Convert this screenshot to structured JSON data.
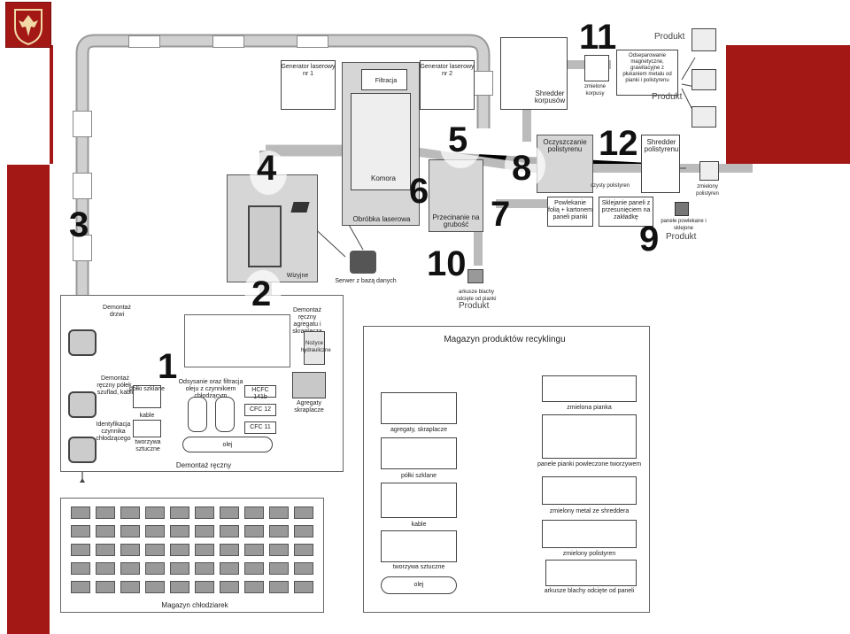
{
  "numbers": [
    "1",
    "2",
    "3",
    "4",
    "5",
    "6",
    "7",
    "8",
    "9",
    "10",
    "11",
    "12"
  ],
  "labels": {
    "demontaz_drzwi": "Demontaż drzwi",
    "demontaz_agregatu": "Demontaż ręczny agregatu i skraplacza",
    "demontaz_polek": "Demontaż ręczny półek, szuflad, kabli",
    "identyfikacja": "Identyfikacja czynnika chłodzącego",
    "odsysanie": "Odsysanie oraz filtracja oleju z czynnikiem chłodzącym",
    "polki_szklane": "półki szklane",
    "kable": "kable",
    "tworzywa": "tworzywa sztuczne",
    "olej": "olej",
    "hcfc": "HCFC 141b",
    "cfc12": "CFC 12",
    "cfc11": "CFC 11",
    "agregaty": "Agregaty skraplacze",
    "nozyce": "Nożyce hydrauliczne",
    "demontaz_reczny": "Demontaż ręczny",
    "magazyn_chlodziarek": "Magazyn chłodziarek",
    "magazyn_produktow": "Magazyn produktów recyklingu",
    "wizyjne": "Wizyjne",
    "serwer": "Serwer z bazą danych",
    "generator1": "Generator laserowy nr 1",
    "generator2": "Generator laserowy nr 2",
    "filtracja": "Filtracja",
    "komora": "Komora",
    "obrobka": "Obróbka laserowa",
    "przecinanie": "Przecinanie na grubość",
    "arkusze": "arkusze blachy odcięte od pianki",
    "produkt": "Produkt",
    "shredder_korpusow": "Shredder korpusów",
    "zmielone_korpusy": "zmielone korpusy",
    "odseparowanie": "Odseparowanie magnetyczne, grawitacyjne z płukaniem metalu od pianki i polistyrenu",
    "zmielony_metal": "zmielony metal",
    "zmielona_pianka": "zmielona pianka",
    "zmielony_polistyren": "zmielony polistyren",
    "oczyszczanie": "Oczyszczanie polistyrenu",
    "czysty_polistyren": "czysty polistyren",
    "shredder_polistyrenu": "Shredder polistyrenu",
    "polistyren": "polistyren",
    "powlekanie": "Powlekanie folią + kartonem paneli pianki",
    "sklejanie": "Sklejanie paneli z przesunięciem na zakładkę",
    "panele_powlekane": "panele powlekane i sklejone"
  },
  "magazyn_items": {
    "left": [
      "agregaty, skraplacze",
      "półki szklane",
      "kable",
      "tworzywa sztuczne",
      "olej"
    ],
    "right": [
      "zmielona pianka",
      "panele pianki powleczone tworzywem",
      "zmielony metal ze shreddera",
      "zmielony polistyren",
      "arkusze blachy odcięte od paneli"
    ]
  },
  "colors": {
    "accent": "#a31815",
    "conveyor": "#b9b9b9",
    "zone": "#d8d8d8"
  },
  "logo_icon": "eagle-crest-icon"
}
